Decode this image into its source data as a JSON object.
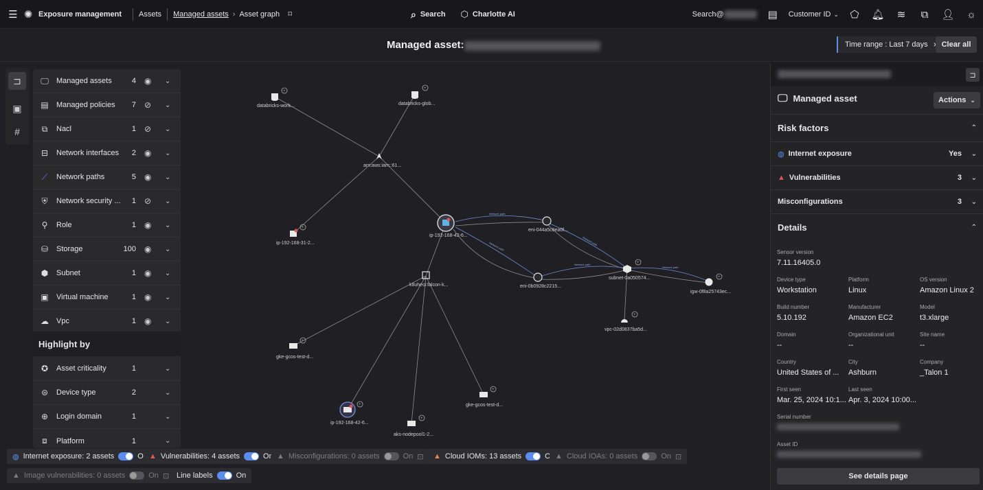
{
  "topbar": {
    "brand": "Exposure management",
    "crumbs": [
      "Assets",
      "Managed assets",
      "Asset graph"
    ],
    "search_label": "Search",
    "ai_label": "Charlotte AI",
    "user_prefix": "Search@",
    "customer_label": "Customer ID"
  },
  "header": {
    "title": "Managed asset:",
    "time_range": "Time range : Last 7 days",
    "clear_all": "Clear all"
  },
  "filters": [
    {
      "label": "Managed assets",
      "count": "4",
      "icon": "monitor-icon",
      "eye": "visible"
    },
    {
      "label": "Managed policies",
      "count": "7",
      "icon": "policy-icon",
      "eye": "hidden"
    },
    {
      "label": "Nacl",
      "count": "1",
      "icon": "nacl-icon",
      "eye": "hidden"
    },
    {
      "label": "Network interfaces",
      "count": "2",
      "icon": "network-interface-icon",
      "eye": "visible"
    },
    {
      "label": "Network paths",
      "count": "5",
      "icon": "network-path-icon",
      "eye": "visible"
    },
    {
      "label": "Network security ...",
      "count": "1",
      "icon": "shield-icon",
      "eye": "hidden"
    },
    {
      "label": "Role",
      "count": "1",
      "icon": "role-icon",
      "eye": "visible"
    },
    {
      "label": "Storage",
      "count": "100",
      "icon": "storage-icon",
      "eye": "visible"
    },
    {
      "label": "Subnet",
      "count": "1",
      "icon": "subnet-icon",
      "eye": "visible"
    },
    {
      "label": "Virtual machine",
      "count": "1",
      "icon": "vm-icon",
      "eye": "visible"
    },
    {
      "label": "Vpc",
      "count": "1",
      "icon": "vpc-icon",
      "eye": "visible"
    }
  ],
  "highlight": {
    "title": "Highlight by",
    "items": [
      {
        "label": "Asset criticality",
        "count": "1",
        "icon": "star-icon"
      },
      {
        "label": "Device type",
        "count": "2",
        "icon": "device-icon"
      },
      {
        "label": "Login domain",
        "count": "1",
        "icon": "login-icon"
      },
      {
        "label": "Platform",
        "count": "1",
        "icon": "platform-icon"
      }
    ]
  },
  "toggles": [
    {
      "label": "Internet exposure: 2 assets",
      "state": "On",
      "enabled": true
    },
    {
      "label": "Vulnerabilities: 4 assets",
      "state": "On",
      "enabled": true
    },
    {
      "label": "Misconfigurations: 0 assets",
      "state": "On",
      "enabled": false
    },
    {
      "label": "Cloud IOMs: 13 assets",
      "state": "On",
      "enabled": true
    },
    {
      "label": "Cloud IOAs: 0 assets",
      "state": "On",
      "enabled": false
    },
    {
      "label": "Image vulnerabilities: 0 assets",
      "state": "On",
      "enabled": false
    },
    {
      "label": "Line labels",
      "state": "On",
      "enabled": true
    }
  ],
  "graph": {
    "nodes": [
      {
        "id": "n1",
        "label": "databricks-work..."
      },
      {
        "id": "n2",
        "label": "databricks-glob..."
      },
      {
        "id": "n3",
        "label": "arn:aws:iam::61..."
      },
      {
        "id": "n4",
        "label": "ip-192-168-31-2..."
      },
      {
        "id": "n5",
        "label": "ip-192-168-42-6..."
      },
      {
        "id": "n6",
        "label": "eni-044a5c8ea0f..."
      },
      {
        "id": "n7",
        "label": "k8uheci:falcon-k..."
      },
      {
        "id": "n8",
        "label": "eni-0b0928c2215..."
      },
      {
        "id": "n9",
        "label": "subnet-0a050574..."
      },
      {
        "id": "n10",
        "label": "igw-0f8a25743ec..."
      },
      {
        "id": "n11",
        "label": "vpc-02d0837ba5d..."
      },
      {
        "id": "n12",
        "label": "gke-gcos-test-d..."
      },
      {
        "id": "n13",
        "label": "ip-192-168-42-6..."
      },
      {
        "id": "n14",
        "label": "aks-nodepool1-2..."
      },
      {
        "id": "n15",
        "label": "gke-gcos-test-d..."
      }
    ],
    "edge_label": "Network path"
  },
  "panel": {
    "title": "Managed asset",
    "actions": "Actions",
    "risk_title": "Risk factors",
    "risks": [
      {
        "label": "Internet exposure",
        "value": "Yes"
      },
      {
        "label": "Vulnerabilities",
        "value": "3"
      },
      {
        "label": "Misconfigurations",
        "value": "3"
      }
    ],
    "details_title": "Details",
    "sensor_version_label": "Sensor version",
    "sensor_version": "7.11.16405.0",
    "fields": [
      {
        "k": "Device type",
        "v": "Workstation"
      },
      {
        "k": "Platform",
        "v": "Linux"
      },
      {
        "k": "OS version",
        "v": "Amazon Linux 2"
      },
      {
        "k": "Build number",
        "v": "5.10.192"
      },
      {
        "k": "Manufacturer",
        "v": "Amazon EC2"
      },
      {
        "k": "Model",
        "v": "t3.xlarge"
      },
      {
        "k": "Domain",
        "v": "--"
      },
      {
        "k": "Organizational unit",
        "v": "--"
      },
      {
        "k": "Site name",
        "v": "--"
      },
      {
        "k": "Country",
        "v": "United States of ..."
      },
      {
        "k": "City",
        "v": "Ashburn"
      },
      {
        "k": "Company",
        "v": "_Talon 1"
      },
      {
        "k": "First seen",
        "v": "Mar. 25, 2024 10:1..."
      },
      {
        "k": "Last seen",
        "v": "Apr. 3, 2024 10:00..."
      }
    ],
    "serial_label": "Serial number",
    "asset_id_label": "Asset ID",
    "details_btn": "See details page"
  },
  "colors": {
    "accent": "#5b8def",
    "danger": "#e05555",
    "bg": "#1f1f22"
  }
}
